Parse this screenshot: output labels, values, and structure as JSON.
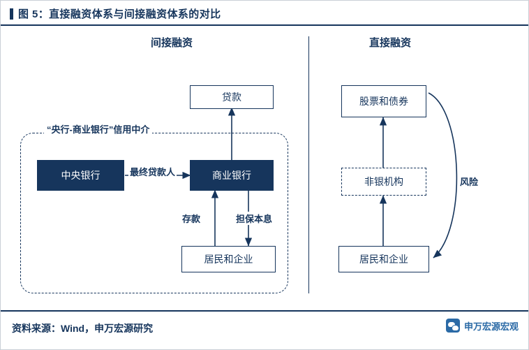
{
  "header": {
    "title": "图 5：直接融资体系与间接融资体系的对比"
  },
  "footer": {
    "source": "资料来源：Wind，申万宏源研究",
    "wechat_label": "申万宏源宏观",
    "wechat_icon": "wechat-icon"
  },
  "diagram": {
    "left_title": "间接融资",
    "right_title": "直接融资",
    "region_label": "“央行-商业银行”信用中介",
    "nodes": {
      "loan": "贷款",
      "central_bank": "中央银行",
      "commercial_bank": "商业银行",
      "households_firms_left": "居民和企业",
      "stocks_bonds": "股票和债券",
      "non_bank": "非银机构",
      "households_firms_right": "居民和企业"
    },
    "edges": {
      "lender_of_last_resort": "最终贷款人",
      "deposit": "存款",
      "collateral_principal_interest": "担保本息",
      "risk": "风险"
    }
  },
  "colors": {
    "brand": "#16355c",
    "accent": "#2b6aa6",
    "border": "#c9cfd6"
  }
}
